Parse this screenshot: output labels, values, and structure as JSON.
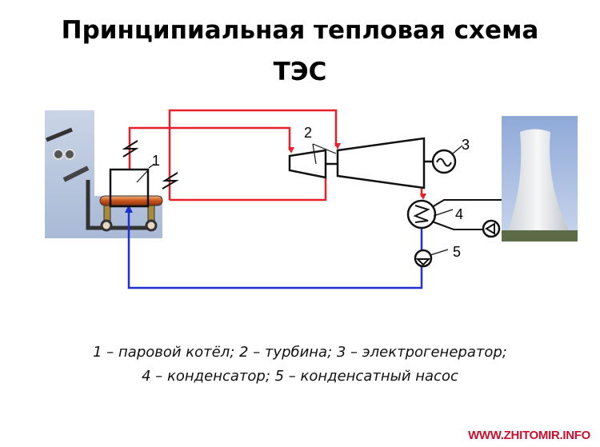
{
  "title": {
    "line1": "Принципиальная тепловая схема",
    "line2": "ТЭС"
  },
  "diagram": {
    "labels": {
      "boiler": "1",
      "turbine": "2",
      "generator": "3",
      "condenser": "4",
      "pump": "5"
    },
    "colors": {
      "steam": "#e8202a",
      "water": "#1f2fd0",
      "equipment": "#111111"
    }
  },
  "legend": {
    "line1": "1 – паровой котёл; 2 – турбина; 3 – электрогенератор;",
    "line2": "4 – конденсатор; 5 – конденсатный насос"
  },
  "watermark": "WWW.ZHITOMIR.INFO"
}
